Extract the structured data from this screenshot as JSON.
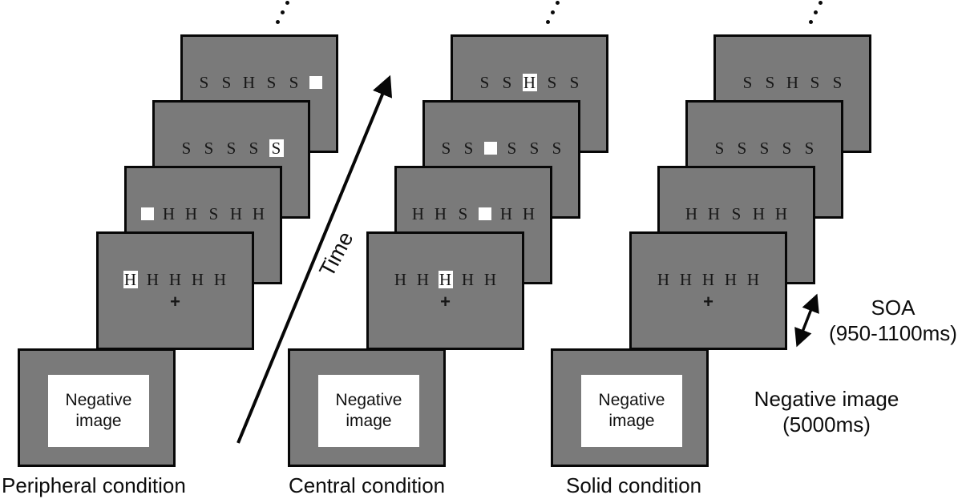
{
  "figure_type": "experimental-paradigm-diagram",
  "colors": {
    "background": "#ffffff",
    "screen_gray": "#7a7a7a",
    "screen_border": "#070707",
    "letter_color": "#161616",
    "cue_square": "#ffffff"
  },
  "annotations": {
    "time": "Time",
    "soa": "SOA",
    "soa_range": "(950-1100ms)",
    "negative_image": "Negative image",
    "negative_image_duration": "(5000ms)"
  },
  "conditions": [
    {
      "label": "Peripheral condition",
      "negative_screen_text": "Negative image",
      "fixation": "+",
      "continuation_dots": true,
      "screens": [
        {
          "items": [
            {
              "letter": "S"
            },
            {
              "letter": "S"
            },
            {
              "letter": "H"
            },
            {
              "letter": "S"
            },
            {
              "letter": "S"
            },
            {
              "letter": "",
              "square": true
            }
          ]
        },
        {
          "items": [
            {
              "letter": "S"
            },
            {
              "letter": "S"
            },
            {
              "letter": "S"
            },
            {
              "letter": "S"
            },
            {
              "letter": "S",
              "square": true
            }
          ]
        },
        {
          "items": [
            {
              "letter": "",
              "square": true
            },
            {
              "letter": "H"
            },
            {
              "letter": "H"
            },
            {
              "letter": "S"
            },
            {
              "letter": "H"
            },
            {
              "letter": "H"
            }
          ]
        },
        {
          "items": [
            {
              "letter": "H",
              "square": true
            },
            {
              "letter": "H"
            },
            {
              "letter": "H"
            },
            {
              "letter": "H"
            },
            {
              "letter": "H"
            }
          ],
          "fixation": true
        }
      ]
    },
    {
      "label": "Central condition",
      "negative_screen_text": "Negative image",
      "fixation": "+",
      "continuation_dots": true,
      "screens": [
        {
          "items": [
            {
              "letter": "S"
            },
            {
              "letter": "S"
            },
            {
              "letter": "H",
              "square": true
            },
            {
              "letter": "S"
            },
            {
              "letter": "S"
            }
          ]
        },
        {
          "items": [
            {
              "letter": "S"
            },
            {
              "letter": "S"
            },
            {
              "letter": "",
              "square": true
            },
            {
              "letter": "S"
            },
            {
              "letter": "S"
            },
            {
              "letter": "S"
            }
          ]
        },
        {
          "items": [
            {
              "letter": "H"
            },
            {
              "letter": "H"
            },
            {
              "letter": "S"
            },
            {
              "letter": "",
              "square": true
            },
            {
              "letter": "H"
            },
            {
              "letter": "H"
            }
          ]
        },
        {
          "items": [
            {
              "letter": "H"
            },
            {
              "letter": "H"
            },
            {
              "letter": "H",
              "square": true
            },
            {
              "letter": "H"
            },
            {
              "letter": "H"
            }
          ],
          "fixation": true
        }
      ]
    },
    {
      "label": "Solid condition",
      "negative_screen_text": "Negative image",
      "fixation": "+",
      "continuation_dots": true,
      "screens": [
        {
          "items": [
            {
              "letter": "S"
            },
            {
              "letter": "S"
            },
            {
              "letter": "H"
            },
            {
              "letter": "S"
            },
            {
              "letter": "S"
            }
          ]
        },
        {
          "items": [
            {
              "letter": "S"
            },
            {
              "letter": "S"
            },
            {
              "letter": "S"
            },
            {
              "letter": "S"
            },
            {
              "letter": "S"
            }
          ]
        },
        {
          "items": [
            {
              "letter": "H"
            },
            {
              "letter": "H"
            },
            {
              "letter": "S"
            },
            {
              "letter": "H"
            },
            {
              "letter": "H"
            }
          ]
        },
        {
          "items": [
            {
              "letter": "H"
            },
            {
              "letter": "H"
            },
            {
              "letter": "H"
            },
            {
              "letter": "H"
            },
            {
              "letter": "H"
            }
          ],
          "fixation": true
        }
      ]
    }
  ]
}
